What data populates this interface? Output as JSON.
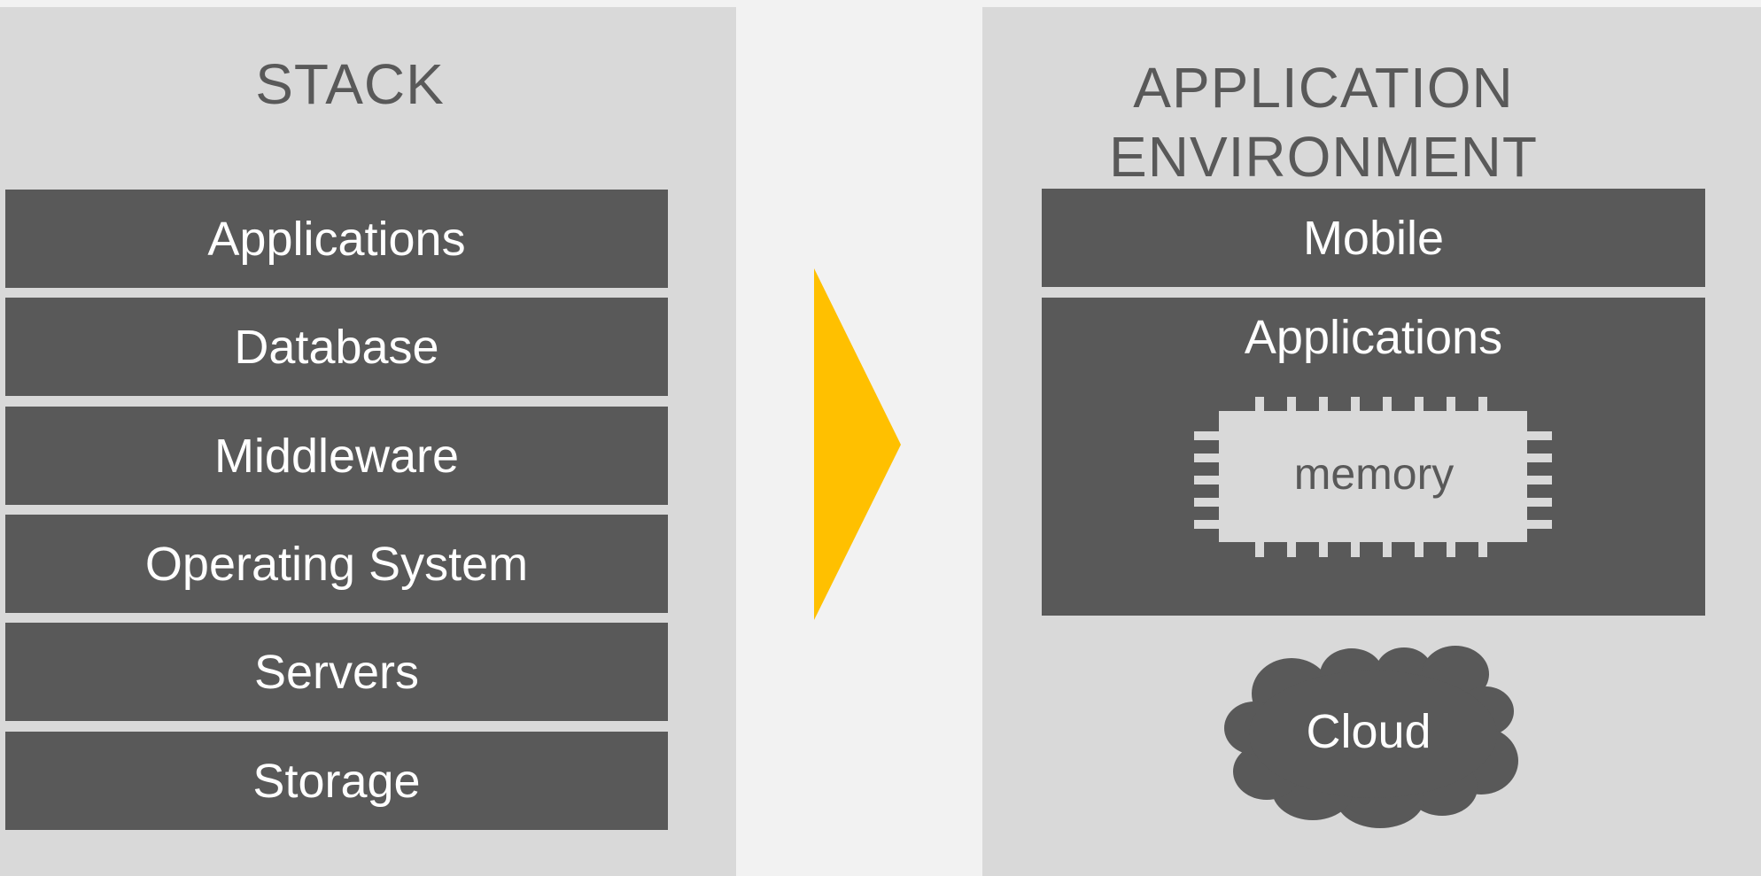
{
  "colors": {
    "background": "#f2f2f2",
    "panel": "#d9d9d9",
    "block": "#595959",
    "block_text": "#ffffff",
    "title_text": "#595959",
    "arrow": "#ffc000"
  },
  "stack": {
    "title": "STACK",
    "layers": [
      "Applications",
      "Database",
      "Middleware",
      "Operating System",
      "Servers",
      "Storage"
    ]
  },
  "arrow_icon": "right-triangle-arrow-icon",
  "environment": {
    "title": "APPLICATION\nENVIRONMENT",
    "mobile": "Mobile",
    "applications": "Applications",
    "chip_icon": "memory-chip-icon",
    "memory": "memory",
    "cloud_icon": "cloud-icon",
    "cloud": "Cloud"
  }
}
